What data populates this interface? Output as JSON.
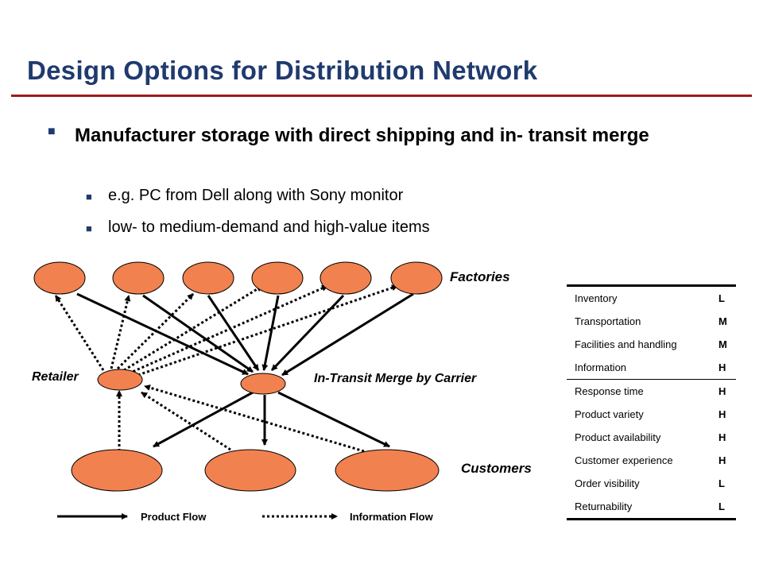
{
  "slide": {
    "title": "Design Options for Distribution Network",
    "bullet": "Manufacturer storage with direct shipping and in- transit merge",
    "sub_bullets": [
      "e.g. PC from Dell along with Sony monitor",
      "low- to medium-demand and high-value items"
    ]
  },
  "diagram": {
    "labels": {
      "factories": "Factories",
      "retailer": "Retailer",
      "merge": "In-Transit Merge by Carrier",
      "customers": "Customers"
    },
    "legend": {
      "product_flow": "Product Flow",
      "information_flow": "Information Flow"
    },
    "colors": {
      "node_fill": "#f28150",
      "node_stroke": "#000000"
    }
  },
  "table": {
    "rows": [
      {
        "label": "Inventory",
        "value": "L"
      },
      {
        "label": "Transportation",
        "value": "M"
      },
      {
        "label": "Facilities and handling",
        "value": "M"
      },
      {
        "label": "Information",
        "value": "H"
      },
      {
        "label": "Response time",
        "value": "H"
      },
      {
        "label": "Product variety",
        "value": "H"
      },
      {
        "label": "Product availability",
        "value": "H"
      },
      {
        "label": "Customer experience",
        "value": "H"
      },
      {
        "label": "Order visibility",
        "value": "L"
      },
      {
        "label": "Returnability",
        "value": "L"
      }
    ]
  }
}
